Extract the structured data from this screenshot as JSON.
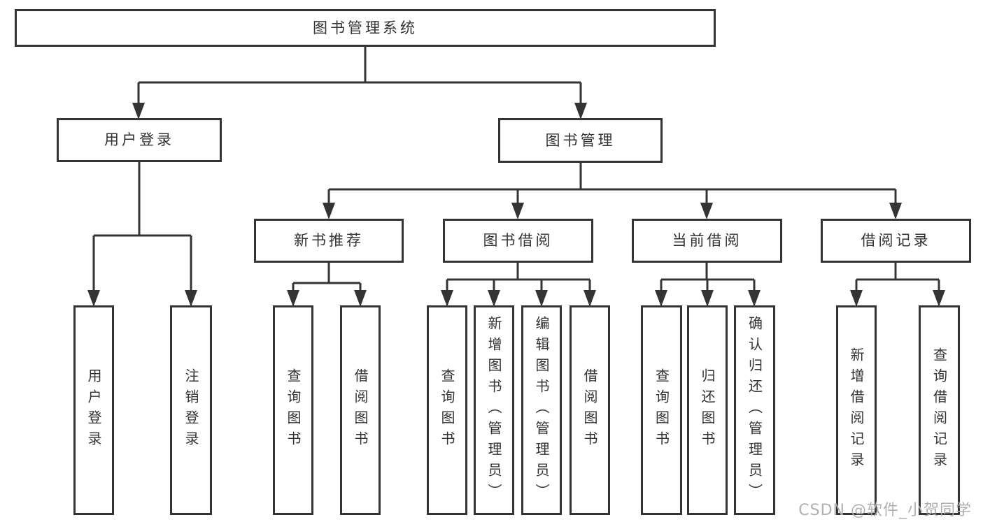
{
  "tree": {
    "label": "图书管理系统",
    "children": [
      {
        "label": "用户登录",
        "children": [
          {
            "label": "用户登录"
          },
          {
            "label": "注销登录"
          }
        ]
      },
      {
        "label": "图书管理",
        "children": [
          {
            "label": "新书推荐",
            "children": [
              {
                "label": "查询图书"
              },
              {
                "label": "借阅图书"
              }
            ]
          },
          {
            "label": "图书借阅",
            "children": [
              {
                "label": "查询图书"
              },
              {
                "label": "新增图书（管理员）"
              },
              {
                "label": "编辑图书（管理员）"
              },
              {
                "label": "借阅图书"
              }
            ]
          },
          {
            "label": "当前借阅",
            "children": [
              {
                "label": "查询图书"
              },
              {
                "label": "归还图书"
              },
              {
                "label": "确认归还（管理员）"
              }
            ]
          },
          {
            "label": "借阅记录",
            "children": [
              {
                "label": "新增借阅记录"
              },
              {
                "label": "查询借阅记录"
              }
            ]
          }
        ]
      }
    ]
  },
  "watermark": {
    "text": "CSDN @软件_小贺同学"
  },
  "colors": {
    "line": "#343434",
    "box_border": "#343434",
    "text": "#333333",
    "watermark": "#b0b0b0",
    "background": "#ffffff"
  }
}
